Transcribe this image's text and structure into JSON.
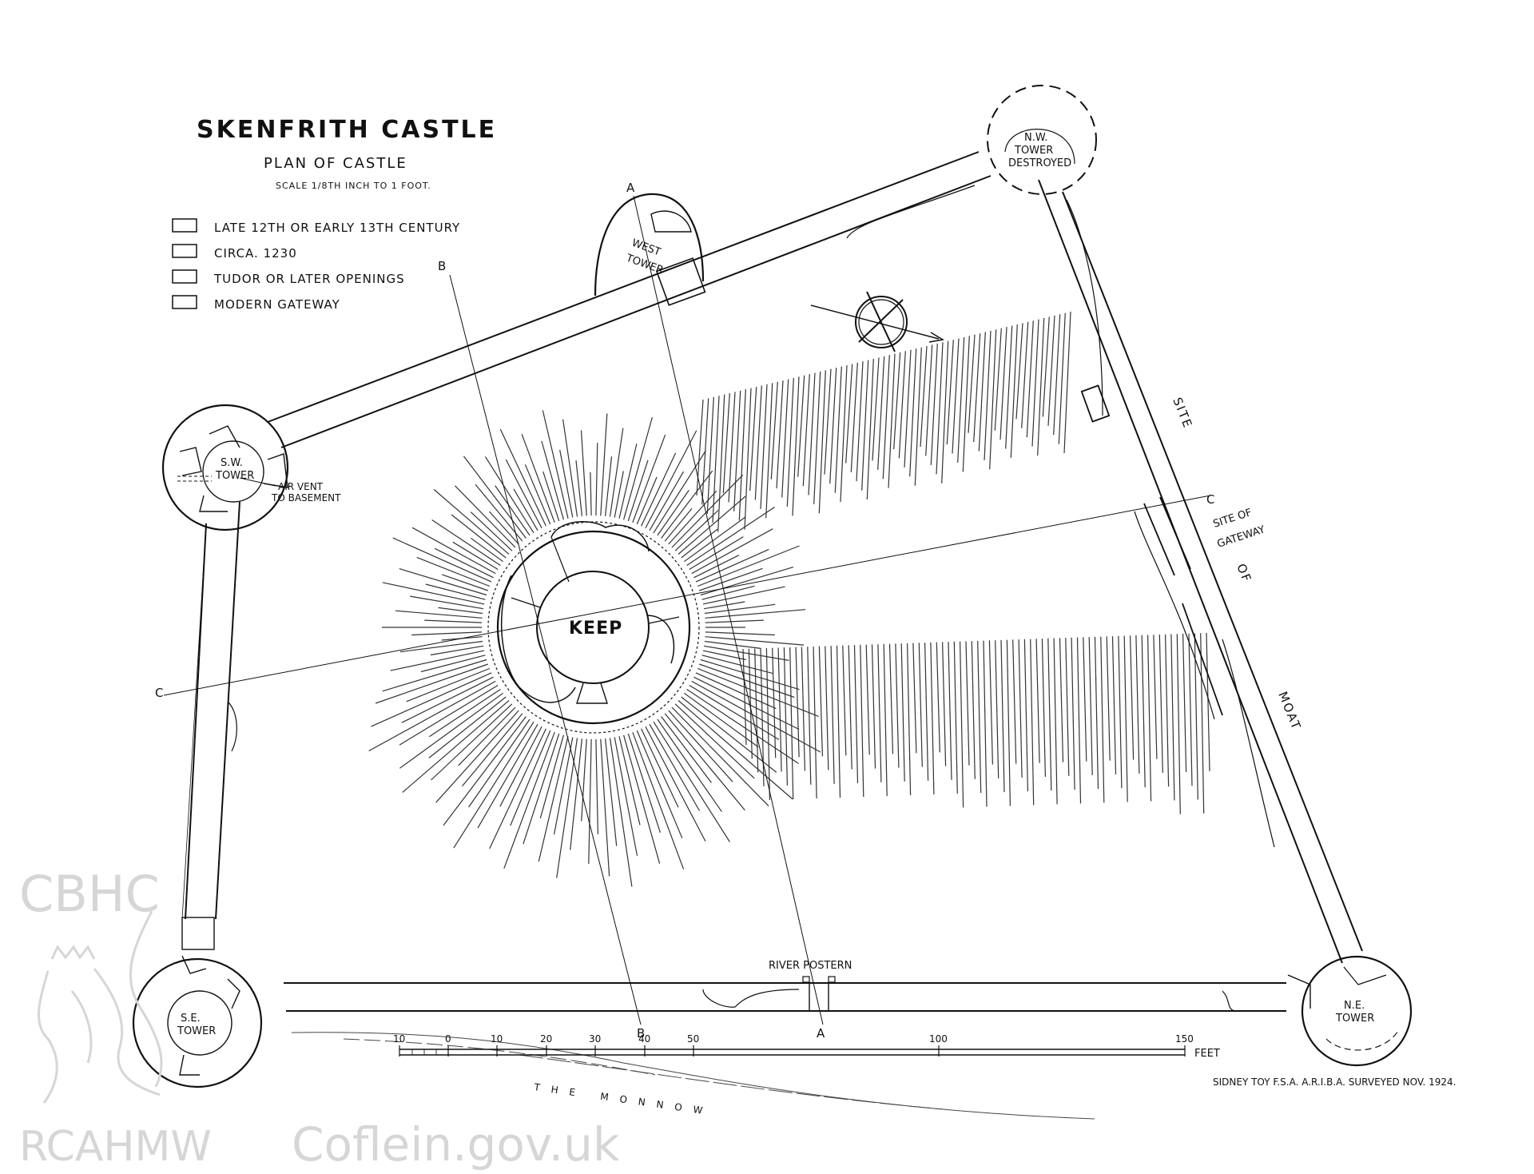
{
  "title": "SKENFRITH CASTLE",
  "subtitle": "PLAN OF CASTLE",
  "scale_note": "SCALE 1/8TH INCH TO 1 FOOT.",
  "legend": [
    {
      "label": "LATE 12TH OR EARLY 13TH CENTURY"
    },
    {
      "label": "CIRCA. 1230"
    },
    {
      "label": "TUDOR OR LATER OPENINGS"
    },
    {
      "label": "MODERN GATEWAY"
    }
  ],
  "labels": {
    "keep": "KEEP",
    "nw_tower_1": "N.W.",
    "nw_tower_2": "TOWER",
    "nw_tower_3": "DESTROYED",
    "west_tower_1": "WEST",
    "west_tower_2": "TOWER",
    "sw_tower_1": "S.W.",
    "sw_tower_2": "TOWER",
    "se_tower_1": "S.E.",
    "se_tower_2": "TOWER",
    "ne_tower_1": "N.E.",
    "ne_tower_2": "TOWER",
    "air_vent_1": "AIR VENT",
    "air_vent_2": "TO BASEMENT",
    "river_postern": "RIVER POSTERN",
    "site": "SITE",
    "of": "OF",
    "moat": "MOAT",
    "site_gateway_1": "SITE OF",
    "site_gateway_2": "GATEWAY",
    "the_monnow": "THE MONNOW",
    "section_a_top": "A",
    "section_a_bottom": "A",
    "section_b_top": "B",
    "section_b_bottom": "B",
    "section_c_left": "C",
    "section_c_right": "C",
    "credit": "SIDNEY TOY F.S.A. A.R.I.B.A. SURVEYED NOV. 1924."
  },
  "scale_bar": {
    "ticks": [
      "10",
      "0",
      "10",
      "20",
      "30",
      "40",
      "50",
      "100",
      "150"
    ],
    "unit": "FEET"
  },
  "watermarks": {
    "cbhc": "CBHC",
    "rcahmw": "RCAHMW",
    "coflein": "Coflein.gov.uk"
  },
  "colors": {
    "ink": "#111111",
    "watermark": "#d6d6d6",
    "background": "#ffffff"
  }
}
